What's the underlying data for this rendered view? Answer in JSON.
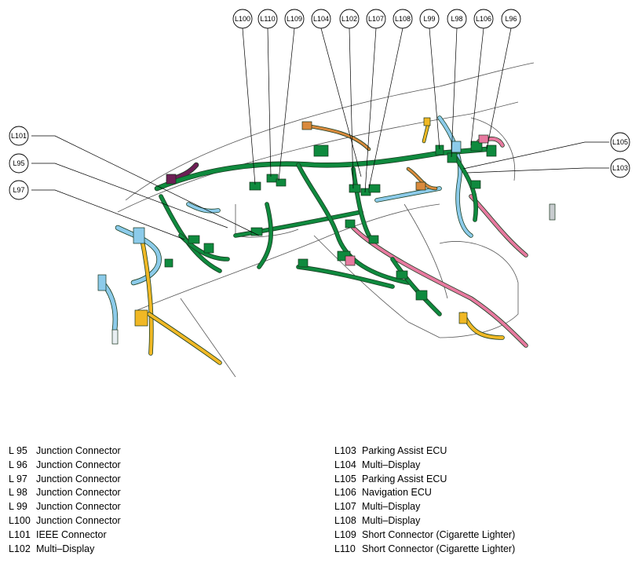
{
  "callouts_top": [
    "L100",
    "L110",
    "L109",
    "L104",
    "L102",
    "L107",
    "L108",
    "L99",
    "L98",
    "L106",
    "L96"
  ],
  "callouts_left": [
    "L101",
    "L95",
    "L97"
  ],
  "callouts_right": [
    "L105",
    "L103"
  ],
  "legend_left": [
    {
      "code": "L 95",
      "label": "Junction Connector"
    },
    {
      "code": "L 96",
      "label": "Junction Connector"
    },
    {
      "code": "L 97",
      "label": "Junction Connector"
    },
    {
      "code": "L 98",
      "label": "Junction Connector"
    },
    {
      "code": "L 99",
      "label": "Junction Connector"
    },
    {
      "code": "L100",
      "label": "Junction Connector"
    },
    {
      "code": "L101",
      "label": "IEEE Connector"
    },
    {
      "code": "L102",
      "label": "Multi–Display"
    }
  ],
  "legend_right": [
    {
      "code": "L103",
      "label": "Parking Assist ECU"
    },
    {
      "code": "L104",
      "label": "Multi–Display"
    },
    {
      "code": "L105",
      "label": "Parking Assist ECU"
    },
    {
      "code": "L106",
      "label": "Navigation ECU"
    },
    {
      "code": "L107",
      "label": "Multi–Display"
    },
    {
      "code": "L108",
      "label": "Multi–Display"
    },
    {
      "code": "L109",
      "label": "Short Connector (Cigarette Lighter)"
    },
    {
      "code": "L110",
      "label": "Short Connector (Cigarette Lighter)"
    }
  ],
  "colors": {
    "green": "#0f8a3e",
    "blue": "#8ccbea",
    "yellow": "#f0b825",
    "pink": "#e7799f",
    "purple": "#6d1f55",
    "orange": "#d98a3d"
  }
}
